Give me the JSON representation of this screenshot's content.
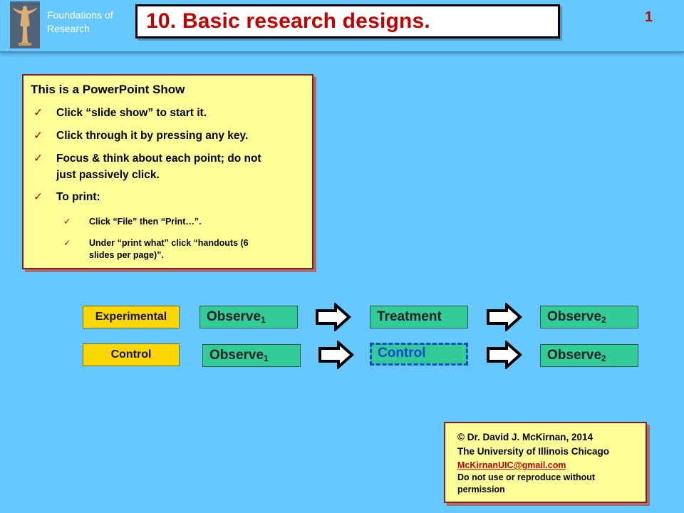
{
  "header": {
    "course_line1": "Foundations of",
    "course_line2": "Research",
    "title": "10. Basic research designs.",
    "slide_number": "1"
  },
  "intro": {
    "heading": "This is a PowerPoint Show",
    "bullets": [
      "Click “slide show” to start it.",
      "Click through it by pressing any key.",
      "Focus & think about each point; do not",
      "just passively click.",
      "To print:"
    ],
    "sub_bullets": [
      "Click “File” then “Print…”.",
      "Under “print what” click “handouts (6",
      "slides per page)”."
    ],
    "check_glyph": "✓"
  },
  "design": {
    "rows": [
      {
        "label": "Experimental",
        "observe1": "Observe",
        "observe1_sub": "1",
        "treatment": "Treatment",
        "observe2": "Observe",
        "observe2_sub": "2"
      },
      {
        "label": "Control",
        "observe1": "Observe",
        "observe1_sub": "1",
        "treatment": "Control",
        "observe2": "Observe",
        "observe2_sub": "2"
      }
    ]
  },
  "credit": {
    "line1": "© Dr. David J. McKirnan, 2014",
    "line2": "The University of Illinois  Chicago",
    "email": "McKirnanUIC@gmail.com",
    "line4": "Do not use or reproduce without",
    "line5": "permission"
  },
  "colors": {
    "background": "#66c8ff",
    "title_red": "#c00000",
    "note_yellow": "#ffff99",
    "box_green": "#33cc99",
    "label_gold": "#ffd700",
    "dash_blue": "#1346d8"
  },
  "icons": {
    "logo": "statue-logo-icon",
    "arrow": "right-arrow-icon",
    "check": "checkmark-icon"
  }
}
